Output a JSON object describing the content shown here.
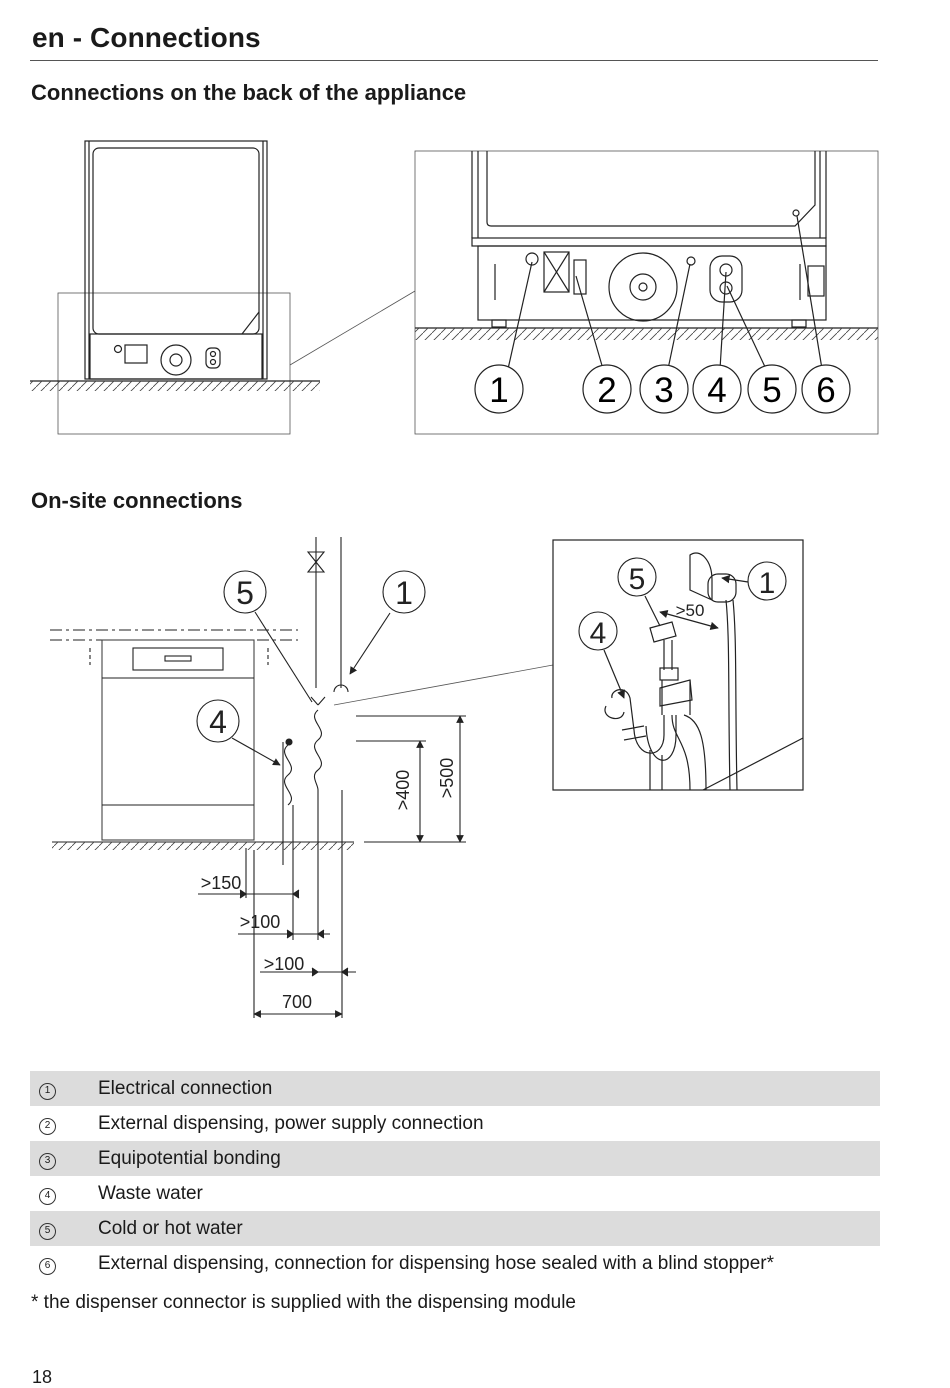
{
  "header": {
    "title": "en - Connections"
  },
  "section1": {
    "title": "Connections on the back of the appliance"
  },
  "section2": {
    "title": "On-site connections"
  },
  "figure1": {
    "callouts": [
      "1",
      "2",
      "3",
      "4",
      "5",
      "6"
    ]
  },
  "figure2": {
    "callouts": {
      "c5": "5",
      "c1": "1",
      "c4": "4"
    },
    "dims": {
      "d400": ">400",
      "d500": ">500",
      "d150": ">150",
      "d100a": ">100",
      "d100b": ">100",
      "d700": "700"
    }
  },
  "figure3": {
    "callouts": {
      "c5": "5",
      "c1": "1",
      "c4": "4"
    },
    "dim50": ">50"
  },
  "legend": [
    {
      "num": "1",
      "text": "Electrical connection"
    },
    {
      "num": "2",
      "text": "External dispensing, power supply connection"
    },
    {
      "num": "3",
      "text": "Equipotential bonding"
    },
    {
      "num": "4",
      "text": "Waste water"
    },
    {
      "num": "5",
      "text": "Cold or hot water"
    },
    {
      "num": "6",
      "text": "External dispensing, connection for dispensing hose sealed with a blind stopper*"
    }
  ],
  "footnote": "* the dispenser connector is supplied with the dispensing module",
  "page_number": "18"
}
